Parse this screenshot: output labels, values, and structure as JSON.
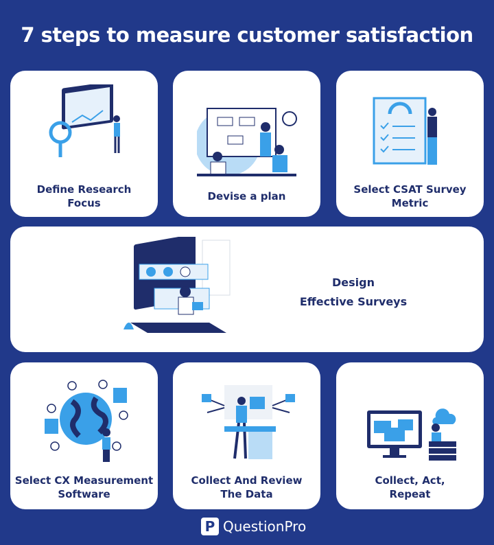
{
  "title": "7 steps to measure customer satisfaction",
  "steps": [
    {
      "label_lines": [
        "Define Research",
        "Focus"
      ],
      "icon": "research-magnifier-illustration"
    },
    {
      "label_lines": [
        "Devise a plan"
      ],
      "icon": "planning-meeting-illustration"
    },
    {
      "label_lines": [
        "Select CSAT Survey",
        "Metric"
      ],
      "icon": "survey-clipboard-illustration"
    },
    {
      "label_lines": [
        "Design",
        "Effective Surveys"
      ],
      "icon": "laptop-survey-steps-illustration"
    },
    {
      "label_lines": [
        "Select CX Measurement",
        "Software"
      ],
      "icon": "globe-network-illustration"
    },
    {
      "label_lines": [
        "Collect And Review",
        "The Data"
      ],
      "icon": "data-dashboard-illustration"
    },
    {
      "label_lines": [
        "Collect, Act,",
        "Repeat"
      ],
      "icon": "cloud-monitor-illustration"
    }
  ],
  "brand": {
    "name": "QuestionPro",
    "mark": "P"
  },
  "colors": {
    "background": "#21398a",
    "card": "#ffffff",
    "text": "#1f2d6b",
    "accent": "#3aa0e8"
  }
}
